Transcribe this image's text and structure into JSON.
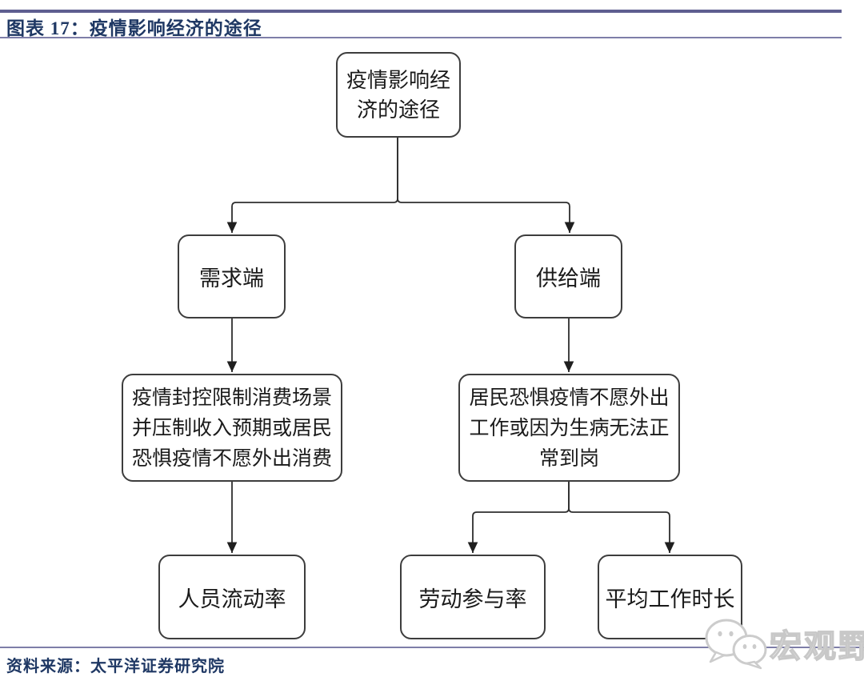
{
  "header": {
    "figure_label": "图表 17：疫情影响经济的途径"
  },
  "flowchart": {
    "nodes": {
      "root": {
        "label": "疫情影响经\n济的途径"
      },
      "demand": {
        "label": "需求端"
      },
      "supply": {
        "label": "供给端"
      },
      "demand_detail": {
        "label": "疫情封控限制消费场景\n并压制收入预期或居民\n恐惧疫情不愿外出消费"
      },
      "supply_detail": {
        "label": "居民恐惧疫情不愿外出\n工作或因为生病无法正\n常到岗"
      },
      "demand_metric": {
        "label": "人员流动率"
      },
      "supply_metric_participation": {
        "label": "劳动参与率"
      },
      "supply_metric_hours": {
        "label": "平均工作时长"
      }
    }
  },
  "footer": {
    "source": "资料来源：太平洋证券研究院",
    "watermark": "宏观野望"
  },
  "colors": {
    "title_text": "#1F3864",
    "rule_thick": "#5E5E90",
    "rule_thin": "#7E7EA8",
    "node_border": "#3D3D3D",
    "node_text": "#1A1A1A",
    "connector": "#2E2E2E",
    "watermark_gray": "#C8C8C8"
  }
}
